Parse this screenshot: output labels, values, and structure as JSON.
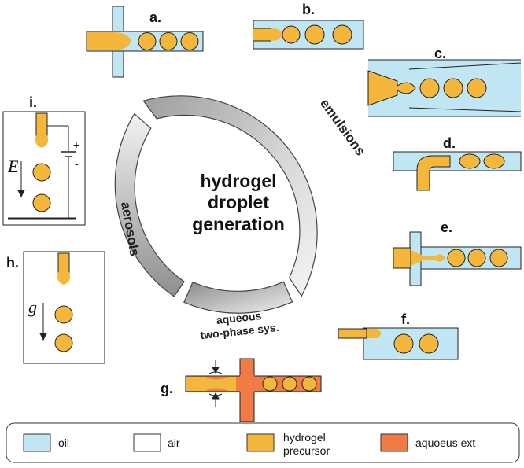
{
  "colors": {
    "oil": "#bfe6f2",
    "air": "#ffffff",
    "hydrogel": "#f5b63c",
    "aqueous_ext": "#f07b45",
    "ring_dark": "#9a9a9a",
    "ring_light": "#f2f2f2",
    "outline": "#222222"
  },
  "center": {
    "line1": "hydrogel",
    "line2": "droplet",
    "line3": "generation"
  },
  "segments": {
    "emulsions": "emulsions",
    "aerosols": "aerosols",
    "aqueous_line1": "aqueous",
    "aqueous_line2": "two-phase sys."
  },
  "panels": {
    "a": "a.",
    "b": "b.",
    "c": "c.",
    "d": "d.",
    "e": "e.",
    "f": "f.",
    "g": "g.",
    "h": "h.",
    "i": "i."
  },
  "field_labels": {
    "electric": "E",
    "gravity": "g",
    "plus": "+",
    "minus": "-"
  },
  "legend": {
    "oil": "oil",
    "air": "air",
    "hydrogel_line1": "hydrogel",
    "hydrogel_line2": "precursor",
    "aqueous_ext": "aquoeus ext"
  },
  "icons": [
    "electrode-icon",
    "pressure-arrow-icon",
    "field-arrow-icon"
  ]
}
